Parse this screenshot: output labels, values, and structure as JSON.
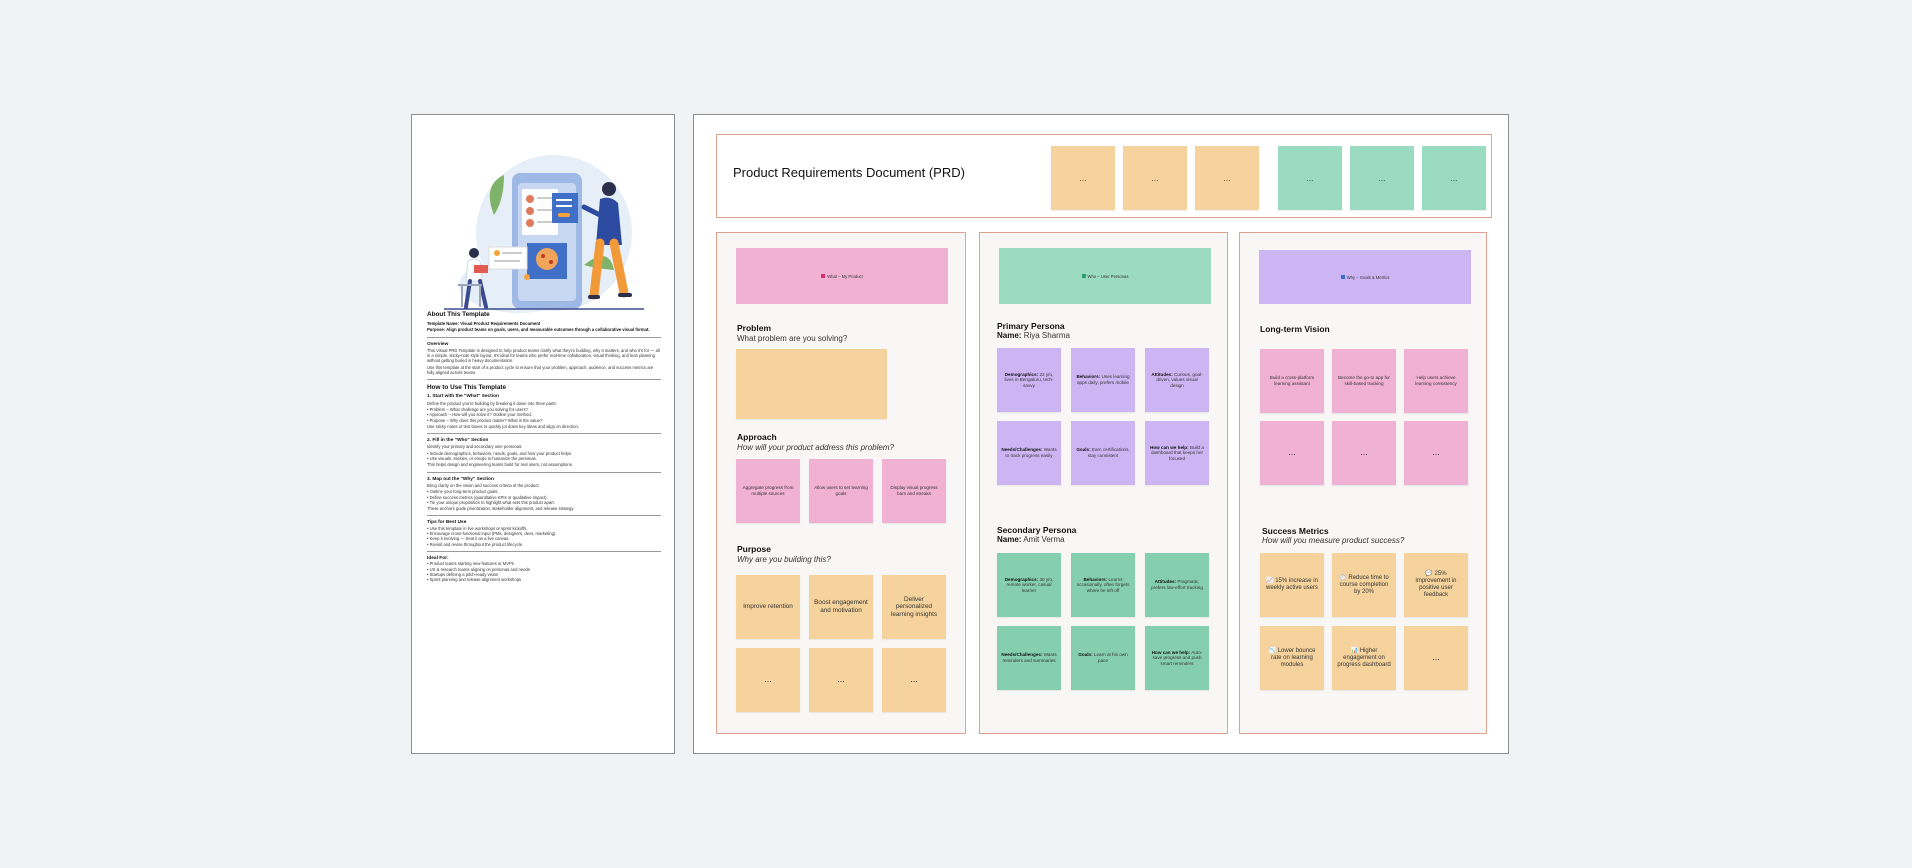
{
  "doc": {
    "about_title": "About This Template",
    "template_name": "Template Name: Visual Product Requirements Document",
    "purpose": "Purpose: Align product teams on goals, users, and measurable outcomes through a collaborative visual format.",
    "overview_title": "Overview",
    "overview_text": "This Visual PRD Template is designed to help product teams clarify what they're building, why it matters, and who it's for — all in a simple, sticky-note style layout. It's ideal for teams who prefer real-time collaboration, visual thinking, and lean planning without getting buried in heavy documentation.",
    "overview_text2": "Use this template at the start of a product cycle to ensure that your problem, approach, audience, and success metrics are fully aligned across teams.",
    "howto_title": "How to Use This Template",
    "step1_title": "1. Start with the \"What\" Section",
    "step1_text": "Define the product you're building by breaking it down into three parts:",
    "step1_items": [
      "Problem – What challenge are you solving for users?",
      "Approach – How will you solve it? Outline your method.",
      "Purpose – Why does this product matter? What is the value?"
    ],
    "step1_note": "Use sticky notes or text boxes to quickly jot down key ideas and align on direction.",
    "step2_title": "2. Fill in the \"Who\" Section",
    "step2_text": "Identify your primary and secondary user personas:",
    "step2_items": [
      "Include demographics, behaviors, needs, goals, and how your product helps.",
      "Use visuals, stickies, or emojis to humanize the personas."
    ],
    "step2_note": "This helps design and engineering teams build for real users, not assumptions.",
    "step3_title": "3. Map out the \"Why\" Section",
    "step3_text": "Bring clarity on the vision and success criteria of the product:",
    "step3_items": [
      "Outline your long-term product goals.",
      "Define success metrics (quantitative KPIs or qualitative impact).",
      "Tie your unique proposition to highlight what sets this product apart."
    ],
    "step3_note": "These anchors guide prioritization, stakeholder alignment, and release strategy.",
    "tips_title": "Tips for Best Use",
    "tips_items": [
      "Use this template in live workshops or sprint kickoffs.",
      "Encourage cross-functional input (PMs, designers, devs, marketing).",
      "Keep it evolving — treat it as a live canvas.",
      "Revisit and revise throughout the product lifecycle."
    ],
    "ideal_title": "Ideal For:",
    "ideal_items": [
      "Product teams starting new features or MVPs",
      "UX & research teams aligning on personas and needs",
      "Startups defining a pitch-ready vision",
      "Sprint planning and release alignment workshops"
    ]
  },
  "board": {
    "title": "Product Requirements Document (PRD)",
    "header_notes": [
      "...",
      "...",
      "...",
      "...",
      "...",
      "..."
    ],
    "what": {
      "band": "What – My Product",
      "problem_title": "Problem",
      "problem_q": "What problem are you solving?",
      "approach_title": "Approach",
      "approach_q": "How will your product address this problem?",
      "approach_notes": [
        "Aggregate progress from multiple sources",
        "Allow users to set learning goals",
        "Display visual progress bars and streaks"
      ],
      "purpose_title": "Purpose",
      "purpose_q": "Why are you building this?",
      "purpose_notes": [
        "Improve retention",
        "Boost engagement and motivation",
        "Deliver personalized learning insights",
        "...",
        "...",
        "..."
      ]
    },
    "who": {
      "band": "Who – User Personas",
      "primary_title": "Primary Persona",
      "primary_name_label": "Name:",
      "primary_name": "Riya Sharma",
      "primary_notes": [
        {
          "k": "Demographics:",
          "v": "22 y/o, lives in Bengaluru, tech-savvy"
        },
        {
          "k": "Behaviors:",
          "v": "Uses learning apps daily, prefers mobile"
        },
        {
          "k": "Attitudes:",
          "v": "Curious, goal-driven, values visual design"
        },
        {
          "k": "Needs/Challenges:",
          "v": "Wants to track progress easily"
        },
        {
          "k": "Goals:",
          "v": "Earn certifications, stay consistent"
        },
        {
          "k": "How can we help:",
          "v": "Build a dashboard that keeps her focused"
        }
      ],
      "secondary_title": "Secondary Persona",
      "secondary_name_label": "Name:",
      "secondary_name": "Amit Verma",
      "secondary_notes": [
        {
          "k": "Demographics:",
          "v": "30 y/o, remote worker, casual learner"
        },
        {
          "k": "Behaviors:",
          "v": "Learns occasionally, often forgets where he left off"
        },
        {
          "k": "Attitudes:",
          "v": "Pragmatic, prefers low-effort tracking"
        },
        {
          "k": "Needs/Challenges:",
          "v": "Wants reminders and summaries"
        },
        {
          "k": "Goals:",
          "v": "Learn at his own pace"
        },
        {
          "k": "How can we help:",
          "v": "Auto-save progress and push smart reminders"
        }
      ]
    },
    "why": {
      "band": "Why – Goals & Metrics",
      "vision_title": "Long-term Vision",
      "vision_notes": [
        "Build a cross-platform learning assistant",
        "Become the go-to app for skill-based tracking",
        "Help users achieve learning consistency",
        "...",
        "...",
        "..."
      ],
      "metrics_title": "Success Metrics",
      "metrics_q": "How will you measure product success?",
      "metric_notes": [
        "📈 15% increase in weekly active users",
        "⏱️ Reduce time to course completion by 20%",
        "💬 25% improvement in positive user feedback",
        "📉 Lower bounce rate on learning modules",
        "📊 Higher engagement on progress dashboard",
        "..."
      ]
    }
  },
  "colors": {
    "pink": "#f1b1d2",
    "peach": "#f6d39c",
    "mint": "#9adbc1",
    "lavender": "#cdb5f4",
    "frame_border": "#e0a28f"
  }
}
